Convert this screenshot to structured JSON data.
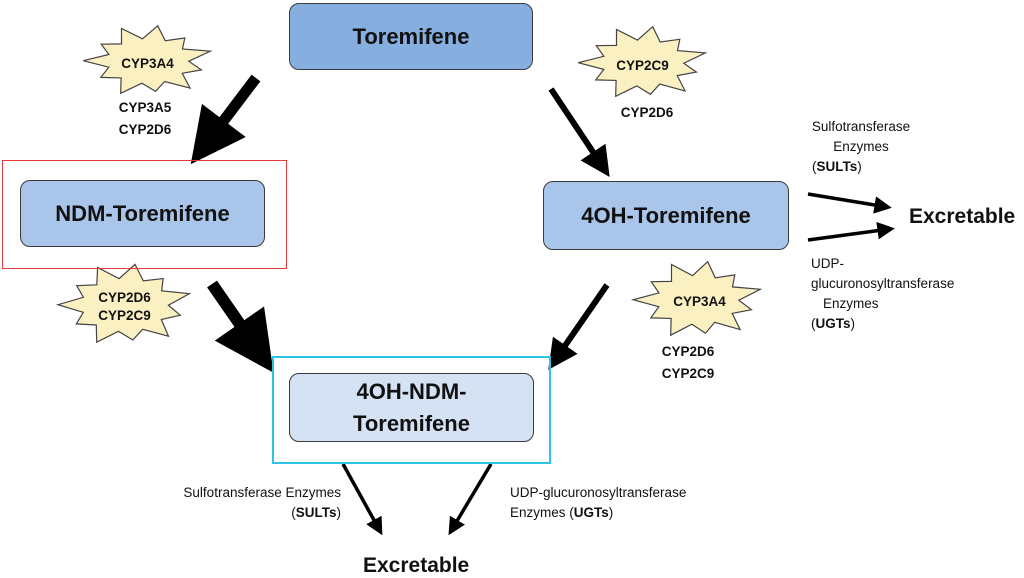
{
  "nodes": {
    "toremifene": "Toremifene",
    "ndm": "NDM-Toremifene",
    "oh": "4OH-Toremifene",
    "ohndm_line1": "4OH-NDM-",
    "ohndm_line2": "Toremifene"
  },
  "enzymes": {
    "top_left_burst": "CYP3A4",
    "top_left_1": "CYP3A5",
    "top_left_2": "CYP2D6",
    "top_right_burst": "CYP2C9",
    "top_right_1": "CYP2D6",
    "bottom_left_burst_1": "CYP2D6",
    "bottom_left_burst_2": "CYP2C9",
    "bottom_right_burst": "CYP3A4",
    "bottom_right_1": "CYP2D6",
    "bottom_right_2": "CYP2C9"
  },
  "right_side": {
    "sult_line1": "Sulfotransferase",
    "sult_line2": "Enzymes",
    "sult_open": "(",
    "sult_abbr": "SULTs",
    "sult_close": ")",
    "ugt_line1": "UDP-",
    "ugt_line2": "glucuronosyltransferase",
    "ugt_line3": "Enzymes",
    "ugt_open": "(",
    "ugt_abbr": "UGTs",
    "ugt_close": ")",
    "excretable": "Excretable"
  },
  "bottom": {
    "sult_line1": "Sulfotransferase Enzymes",
    "sult_open": "(",
    "sult_abbr": "SULTs",
    "sult_close": ")",
    "ugt_line1": "UDP-glucuronosyltransferase",
    "ugt_prefix": "Enzymes (",
    "ugt_abbr": "UGTs",
    "ugt_close": ")",
    "excretable": "Excretable"
  },
  "colors": {
    "node_dark": "#86aedf",
    "node_mid": "#a9c6ea",
    "node_light": "#d4e2f4",
    "burst_fill": "#fbf0c2",
    "ndm_frame": "#e8393a",
    "ohndm_frame": "#2ec4e6",
    "arrow": "#000000"
  },
  "icons": {
    "burst": "starburst-shape",
    "arrow": "arrow-right"
  }
}
